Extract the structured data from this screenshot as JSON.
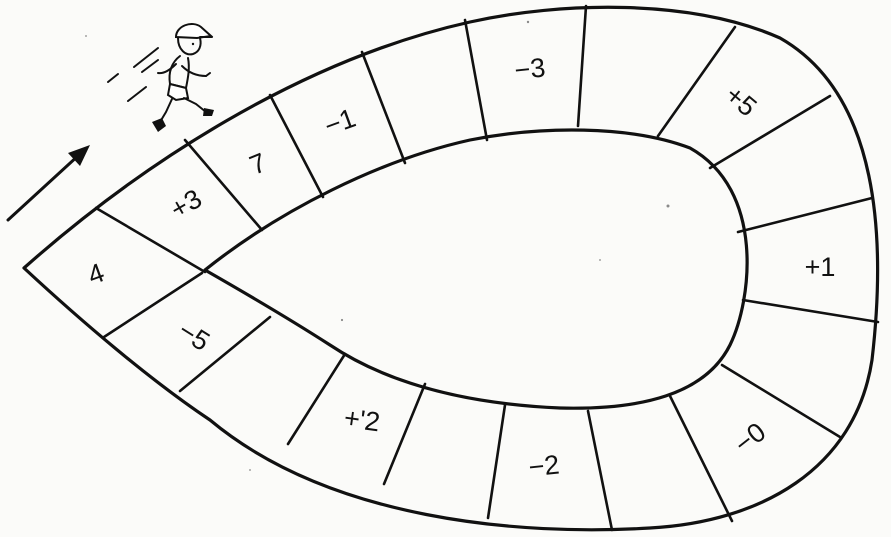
{
  "board": {
    "cells": [
      {
        "index": 0,
        "label": "4"
      },
      {
        "index": 1,
        "label": "+3"
      },
      {
        "index": 2,
        "label": "7"
      },
      {
        "index": 3,
        "label": "−1"
      },
      {
        "index": 4,
        "label": ""
      },
      {
        "index": 5,
        "label": "−3"
      },
      {
        "index": 6,
        "label": ""
      },
      {
        "index": 7,
        "label": "+5"
      },
      {
        "index": 8,
        "label": ""
      },
      {
        "index": 9,
        "label": "+1"
      },
      {
        "index": 10,
        "label": ""
      },
      {
        "index": 11,
        "label": "−0"
      },
      {
        "index": 12,
        "label": ""
      },
      {
        "index": 13,
        "label": "−2"
      },
      {
        "index": 14,
        "label": ""
      },
      {
        "index": 15,
        "label": "+'2"
      },
      {
        "index": 16,
        "label": ""
      },
      {
        "index": 17,
        "label": "−5"
      }
    ],
    "direction": "clockwise",
    "start_icon": "running-boy-icon",
    "direction_icon": "arrow-icon",
    "ink_color": "#111111",
    "paper_color": "#fbfbf9"
  }
}
